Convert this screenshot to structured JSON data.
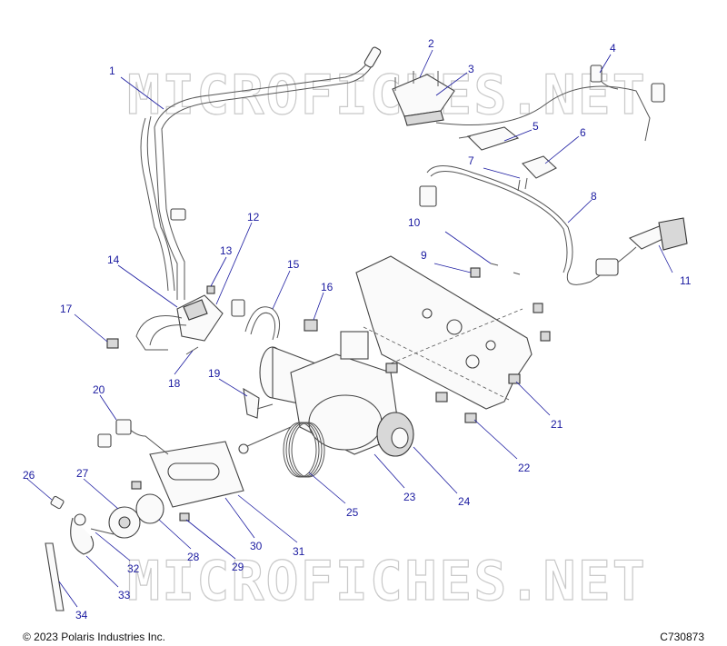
{
  "watermark": "MICROFICHES.NET",
  "copyright": "© 2023 Polaris Industries Inc.",
  "drawing_number": "C730873",
  "callouts": [
    "1",
    "2",
    "3",
    "4",
    "5",
    "6",
    "7",
    "8",
    "10",
    "9",
    "11",
    "12",
    "13",
    "14",
    "15",
    "16",
    "17",
    "18",
    "19",
    "20",
    "21",
    "22",
    "23",
    "24",
    "25",
    "26",
    "27",
    "28",
    "29",
    "30",
    "31",
    "32",
    "33",
    "34"
  ],
  "colors": {
    "callout": "#1a1aa0",
    "line": "#444444",
    "watermark": "#c9c9c9"
  }
}
